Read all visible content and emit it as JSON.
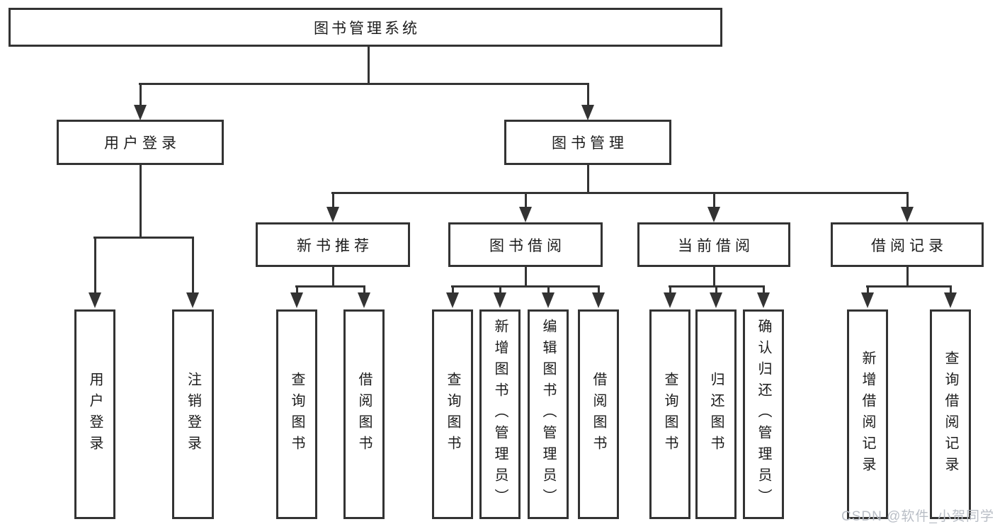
{
  "diagram": {
    "root": "图书管理系统",
    "level2": {
      "user_login": "用户登录",
      "book_mgmt": "图书管理"
    },
    "level3": {
      "new_books": "新书推荐",
      "book_borrow": "图书借阅",
      "current_borrow": "当前借阅",
      "borrow_records": "借阅记录"
    },
    "leaves": {
      "user_login": [
        "用户登录",
        "注销登录"
      ],
      "new_books": [
        "查询图书",
        "借阅图书"
      ],
      "book_borrow": [
        "查询图书",
        "新增图书（管理员）",
        "编辑图书（管理员）",
        "借阅图书"
      ],
      "current_borrow": [
        "查询图书",
        "归还图书",
        "确认归还（管理员）"
      ],
      "borrow_records": [
        "新增借阅记录",
        "查询借阅记录"
      ]
    },
    "watermark": "CSDN @软件_小贺同学",
    "colors": {
      "line": "#333333",
      "text": "#1c1c1c",
      "watermark": "#b9bec6",
      "background": "#ffffff"
    }
  }
}
